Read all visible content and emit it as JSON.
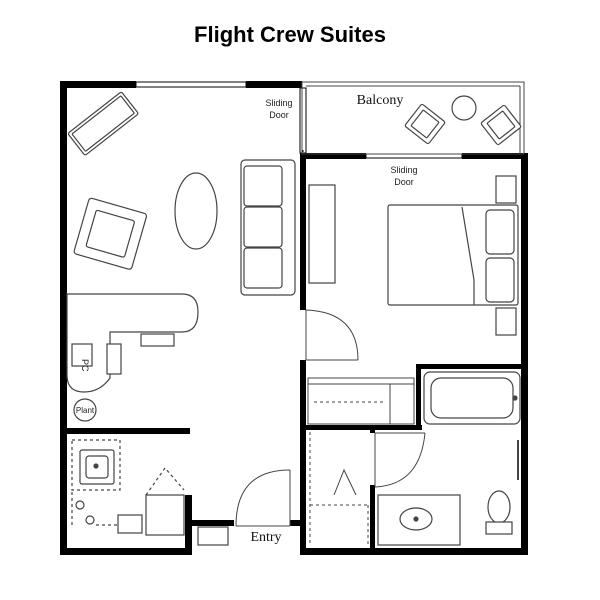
{
  "title": "Flight Crew Suites",
  "labels": {
    "balcony": "Balcony",
    "sliding_door_living_1": "Sliding",
    "sliding_door_living_2": "Door",
    "sliding_door_bedroom_1": "Sliding",
    "sliding_door_bedroom_2": "Door",
    "entry": "Entry",
    "pc": "PC",
    "plant": "Plant"
  },
  "colors": {
    "wall": "#000000",
    "furniture_stroke": "#444444",
    "furniture_fill": "#ffffff",
    "shade": "#cccccc"
  }
}
